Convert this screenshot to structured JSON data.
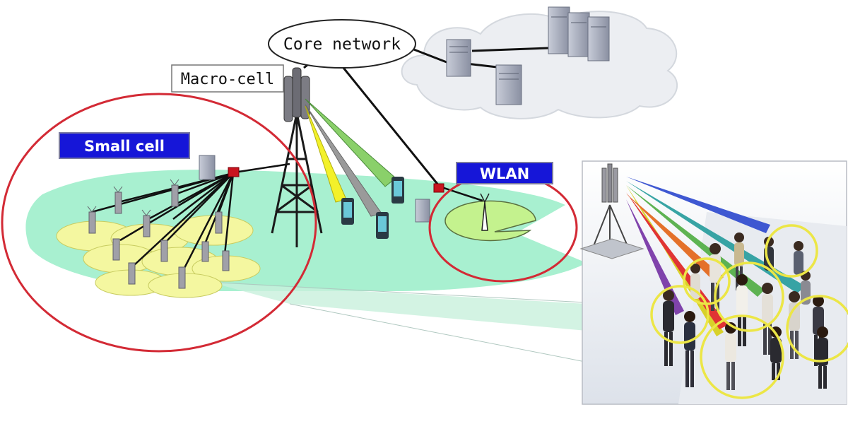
{
  "labels": {
    "core_network": "Core network",
    "macro_cell": "Macro-cell",
    "small_cell": "Small cell",
    "wlan": "WLAN"
  },
  "colors": {
    "coverage": "#a8f0d0",
    "cell_fill": "#f4f7a0",
    "cell_edge": "#c8cc60",
    "red_ring": "#d32a35",
    "tag_blue": "#1616d8",
    "cloud": "#eceef2",
    "yellow_ring": "#ece646"
  },
  "beam_colors": [
    "#8ad06a",
    "#f3f12a",
    "#9a9a9a",
    "#3550d0",
    "#2ea0a0",
    "#56b04a",
    "#e02a2a",
    "#7a3aa8",
    "#d8d020"
  ]
}
